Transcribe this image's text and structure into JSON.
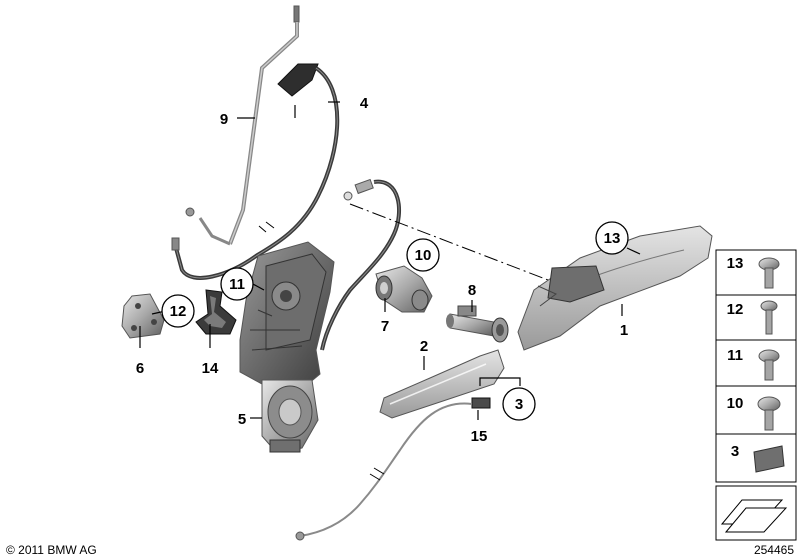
{
  "callouts": {
    "c1": "1",
    "c2": "2",
    "c3": "3",
    "c4": "4",
    "c5": "5",
    "c6": "6",
    "c7": "7",
    "c8": "8",
    "c9": "9",
    "c10": "10",
    "c11": "11",
    "c12": "12",
    "c13": "13",
    "c14": "14",
    "c15": "15"
  },
  "side_panel": {
    "items": [
      "13",
      "12",
      "11",
      "10",
      "3"
    ]
  },
  "footer": {
    "copyright": "© 2011 BMW AG",
    "diagram_number": "254465"
  }
}
